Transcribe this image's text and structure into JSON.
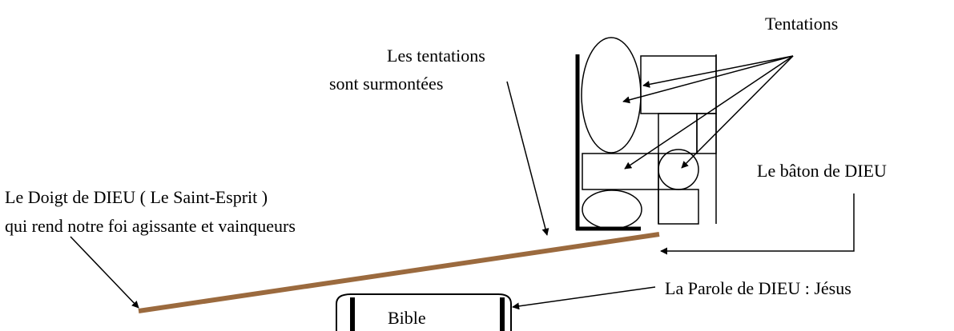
{
  "labels": {
    "tentations": "Tentations",
    "surmontees_line1": "Les tentations",
    "surmontees_line2": "sont surmontées",
    "baton": "Le bâton de DIEU",
    "doigt_line1": "Le Doigt de DIEU ( Le Saint-Esprit )",
    "doigt_line2": "qui rend notre foi agissante et vainqueurs",
    "parole": "La Parole de DIEU : Jésus",
    "bible": "Bible"
  },
  "colors": {
    "ink": "#000000",
    "staff": "#9b6a3e",
    "background": "#ffffff"
  }
}
